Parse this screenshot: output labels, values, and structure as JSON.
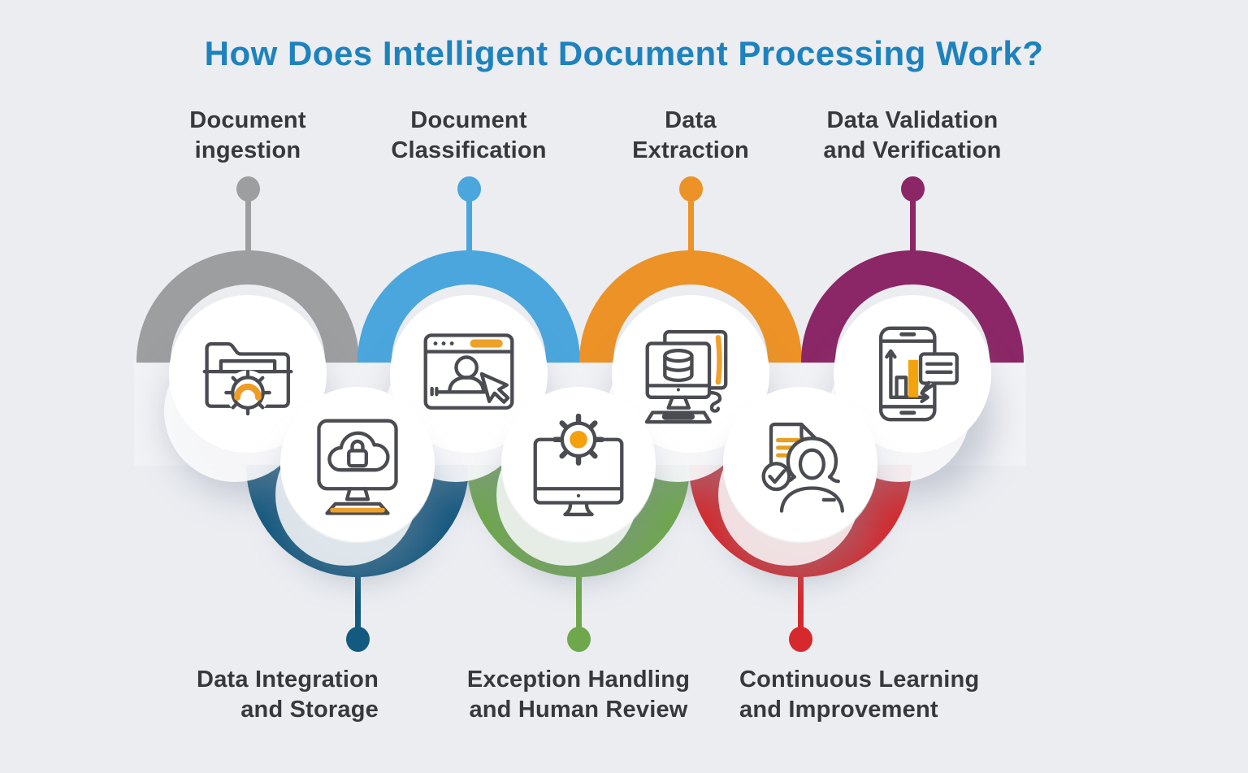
{
  "title": "How Does Intelligent Document Processing Work?",
  "colors": {
    "background": "#ebedf1",
    "band": "#f1f2f5",
    "title_text": "#1d82bd",
    "label_text": "#37383c",
    "icon_stroke": "#4b4c51",
    "icon_accent": "#efa127",
    "step_gray": "#9c9ea0",
    "step_blue": "#4aa6dd",
    "step_orange": "#ec9227",
    "step_purple": "#8b2766",
    "step_navy": "#14597f",
    "step_green": "#6fa84c",
    "step_red": "#d6292d"
  },
  "steps": [
    {
      "name": "document-ingestion",
      "row": "top",
      "color": "#9c9ea0",
      "icon": "folder-gear-icon",
      "line1": "Document",
      "line2": "ingestion"
    },
    {
      "name": "document-classification",
      "row": "top",
      "color": "#4aa6dd",
      "icon": "browser-user-cursor-icon",
      "line1": "Document",
      "line2": "Classification"
    },
    {
      "name": "data-extraction",
      "row": "top",
      "color": "#ec9227",
      "icon": "monitor-database-icon",
      "line1": "Data",
      "line2": "Extraction"
    },
    {
      "name": "data-validation-verification",
      "row": "top",
      "color": "#8b2766",
      "icon": "tablet-chart-icon",
      "line1": "Data Validation",
      "line2": "and Verification"
    },
    {
      "name": "data-integration-storage",
      "row": "bottom",
      "color": "#14597f",
      "icon": "monitor-cloud-lock-icon",
      "line1": "Data Integration",
      "line2": "and Storage"
    },
    {
      "name": "exception-handling-human-review",
      "row": "bottom",
      "color": "#6fa84c",
      "icon": "monitor-gear-icon",
      "line1": "Exception Handling",
      "line2": "and Human Review"
    },
    {
      "name": "continuous-learning-improvement",
      "row": "bottom",
      "color": "#d6292d",
      "icon": "person-document-check-icon",
      "line1": "Continuous Learning",
      "line2": "and Improvement"
    }
  ]
}
